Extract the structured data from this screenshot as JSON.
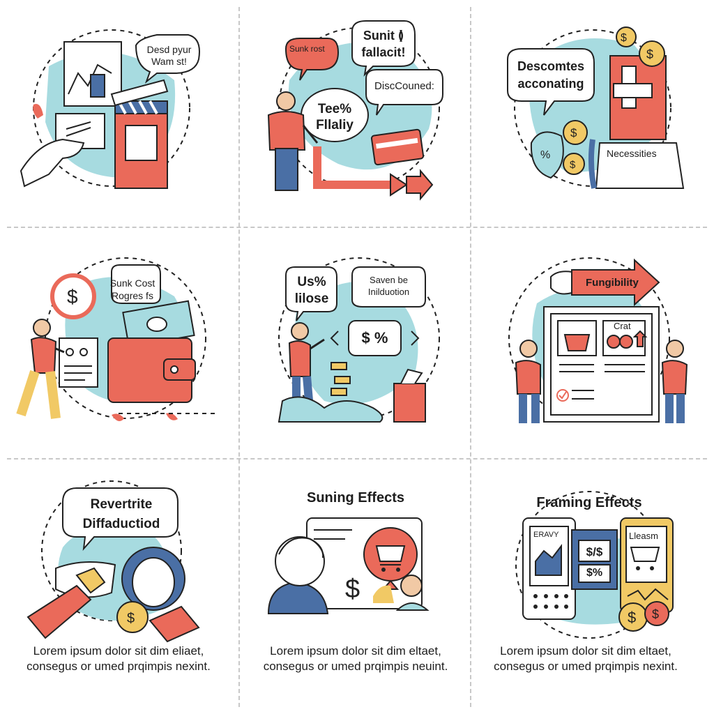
{
  "colors": {
    "accent_red": "#ea6a5a",
    "accent_teal": "#a7dbe0",
    "accent_blue": "#4a6fa5",
    "accent_yellow": "#f1c965",
    "ink": "#1d1d1d",
    "grid": "#c8c8c8"
  },
  "cells": [
    {
      "bubble": "Desd pyur Wam st!",
      "icons": [
        "chart-icon",
        "clapperboard-icon",
        "ticket-icon",
        "hand-icon"
      ]
    },
    {
      "bubbles": [
        "Sunk rost",
        "Sunit ≬ fallacit!",
        "DiscCouned:",
        "Tee% Fllaliy"
      ],
      "icons": [
        "person-icon",
        "credit-card-icon",
        "arrow-icon"
      ]
    },
    {
      "bubble": "Descomtes acconating",
      "label": "Necessities",
      "icons": [
        "coin-icon",
        "box-icon"
      ]
    },
    {
      "bubble": "Sunk Cost Rogres fs",
      "icons": [
        "dollar-circle-icon",
        "wallet-icon",
        "money-stack-icon",
        "person-icon"
      ]
    },
    {
      "bubbles": [
        "Us% lilose",
        "Saven be Inilduotion",
        "$ %"
      ],
      "icons": [
        "person-icon",
        "bag-icon"
      ]
    },
    {
      "banner": "Fungibility",
      "board_label": "Crat",
      "icons": [
        "board-icon",
        "person-icon",
        "check-icon"
      ]
    },
    {
      "bubble": "Revertrite Diffaductiod",
      "caption": "Lorem ipsum dolor sit dim eliaet, consegus or umed prqimpis nexint.",
      "icons": [
        "hands-icon",
        "coin-icon"
      ]
    },
    {
      "title": "Suning Effects",
      "caption": "Lorem ipsum dolor sit dim eltaet, consegus or umed prqimpis neuint.",
      "icons": [
        "person-icon",
        "cart-icon",
        "dollar-icon"
      ]
    },
    {
      "title": "Framing Effects",
      "cards": [
        "ERAVY",
        "$/$",
        "$%",
        "Lleasm"
      ],
      "caption": "Lorem ipsum dolor sit dim eltaet, consegus or umed prqimpis nexint.",
      "icons": [
        "phone-icon",
        "card-icon",
        "cart-icon",
        "coin-icon"
      ]
    }
  ]
}
